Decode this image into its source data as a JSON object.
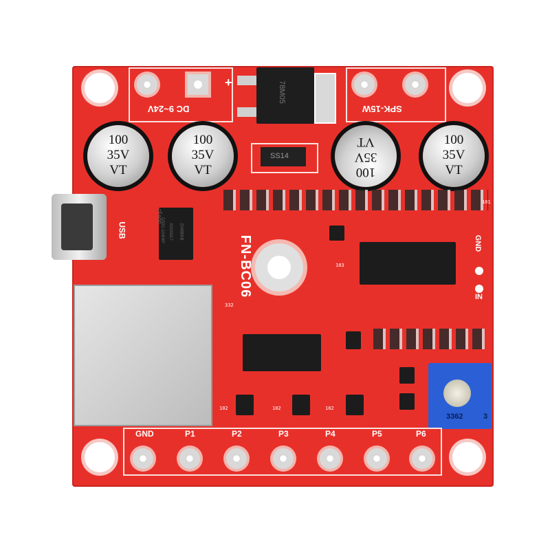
{
  "board": {
    "model": "FN-BC06",
    "power_label": "DC 9~24V",
    "speaker_label": "SPK-15W",
    "usb_label": "USB",
    "gnd_top_label": "GND",
    "in_label": "IN",
    "diode_label": "SS14",
    "regulator_text": "78M05",
    "plus_label": "+",
    "pot_label": "3362",
    "pot_side_label": "3",
    "flash_chip_text": [
      "cFeon",
      "Q32C-104HIP",
      "X00AN17",
      "2048BKB"
    ]
  },
  "capacitors": [
    {
      "top": "100",
      "mid": "35V",
      "bot": "VT"
    },
    {
      "top": "100",
      "mid": "35V",
      "bot": "VT"
    },
    {
      "top": "100",
      "mid": "35V",
      "bot": "VT"
    },
    {
      "top": "100",
      "mid": "35V",
      "bot": "VT"
    }
  ],
  "bottom_pins": [
    "GND",
    "P1",
    "P2",
    "P3",
    "P4",
    "P5",
    "P6"
  ],
  "resistor_codes": [
    "103",
    "332",
    "102",
    "102",
    "102",
    "101"
  ],
  "colors": {
    "pcb": "#e8302a",
    "silkscreen": "#ffffff",
    "pot": "#2a5fd6"
  }
}
